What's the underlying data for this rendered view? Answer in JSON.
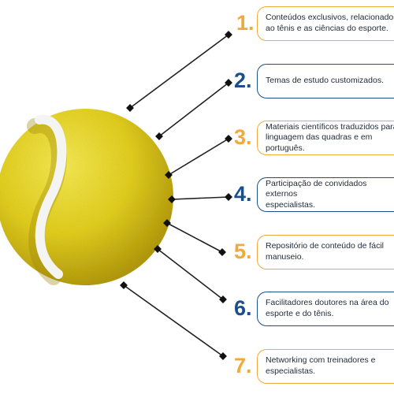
{
  "items": [
    {
      "number": "1.",
      "text": "Conteúdos exclusivos, relacionados\nao tênis e as ciências do esporte.",
      "color": "#f2a93b"
    },
    {
      "number": "2.",
      "text": "Temas de estudo customizados.",
      "color": "#1b4f8c"
    },
    {
      "number": "3.",
      "text": "Materiais científicos traduzidos para\nlinguagem das quadras e em português.",
      "color": "#f2a93b"
    },
    {
      "number": "4.",
      "text": "Participação de convidados externos\nespecialistas.",
      "color": "#1b4f8c"
    },
    {
      "number": "5.",
      "text": "Repositório de conteúdo de fácil\nmanuseio.",
      "color": "#f2a93b"
    },
    {
      "number": "6.",
      "text": "Facilitadores doutores na área do\nesporte e do tênis.",
      "color": "#1b4f8c"
    },
    {
      "number": "7.",
      "text": "Networking com treinadores e\nespecialistas.",
      "color": "#f2a93b"
    }
  ],
  "ball": {
    "felt_color": "#e3cf1e",
    "seam_color": "#f4f4f2"
  }
}
